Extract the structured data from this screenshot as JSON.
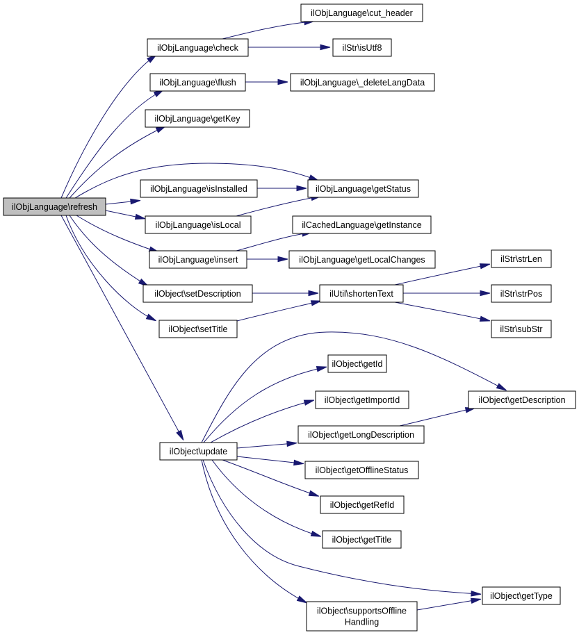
{
  "diagram": {
    "type": "call-graph",
    "edge_color": "#191970",
    "root_fill": "#bfbfbf",
    "nodes": [
      {
        "id": "refresh",
        "label": "ilObjLanguage\\refresh",
        "root": true
      },
      {
        "id": "check",
        "label": "ilObjLanguage\\check"
      },
      {
        "id": "cut_header",
        "label": "ilObjLanguage\\cut_header"
      },
      {
        "id": "isUtf8",
        "label": "ilStr\\isUtf8"
      },
      {
        "id": "flush",
        "label": "ilObjLanguage\\flush"
      },
      {
        "id": "deleteLangData",
        "label": "ilObjLanguage\\_deleteLangData"
      },
      {
        "id": "getKey",
        "label": "ilObjLanguage\\getKey"
      },
      {
        "id": "isInstalled",
        "label": "ilObjLanguage\\isInstalled"
      },
      {
        "id": "getStatus",
        "label": "ilObjLanguage\\getStatus"
      },
      {
        "id": "isLocal",
        "label": "ilObjLanguage\\isLocal"
      },
      {
        "id": "getInstance",
        "label": "ilCachedLanguage\\getInstance"
      },
      {
        "id": "insert",
        "label": "ilObjLanguage\\insert"
      },
      {
        "id": "getLocalChanges",
        "label": "ilObjLanguage\\getLocalChanges"
      },
      {
        "id": "setDescription",
        "label": "ilObject\\setDescription"
      },
      {
        "id": "shortenText",
        "label": "ilUtil\\shortenText"
      },
      {
        "id": "strLen",
        "label": "ilStr\\strLen"
      },
      {
        "id": "strPos",
        "label": "ilStr\\strPos"
      },
      {
        "id": "subStr",
        "label": "ilStr\\subStr"
      },
      {
        "id": "setTitle",
        "label": "ilObject\\setTitle"
      },
      {
        "id": "getId",
        "label": "ilObject\\getId"
      },
      {
        "id": "getImportId",
        "label": "ilObject\\getImportId"
      },
      {
        "id": "getDescription",
        "label": "ilObject\\getDescription"
      },
      {
        "id": "getLongDescription",
        "label": "ilObject\\getLongDescription"
      },
      {
        "id": "update",
        "label": "ilObject\\update"
      },
      {
        "id": "getOfflineStatus",
        "label": "ilObject\\getOfflineStatus"
      },
      {
        "id": "getRefId",
        "label": "ilObject\\getRefId"
      },
      {
        "id": "getTitle",
        "label": "ilObject\\getTitle"
      },
      {
        "id": "getType",
        "label": "ilObject\\getType"
      },
      {
        "id": "supportsOffline",
        "label": "ilObject\\supportsOffline\nHandling"
      }
    ],
    "edges": [
      [
        "refresh",
        "check"
      ],
      [
        "refresh",
        "flush"
      ],
      [
        "refresh",
        "getKey"
      ],
      [
        "refresh",
        "getStatus"
      ],
      [
        "refresh",
        "isInstalled"
      ],
      [
        "refresh",
        "isLocal"
      ],
      [
        "refresh",
        "insert"
      ],
      [
        "refresh",
        "setDescription"
      ],
      [
        "refresh",
        "setTitle"
      ],
      [
        "refresh",
        "update"
      ],
      [
        "check",
        "cut_header"
      ],
      [
        "check",
        "isUtf8"
      ],
      [
        "flush",
        "deleteLangData"
      ],
      [
        "isInstalled",
        "getStatus"
      ],
      [
        "isLocal",
        "getStatus"
      ],
      [
        "insert",
        "getInstance"
      ],
      [
        "insert",
        "getLocalChanges"
      ],
      [
        "setDescription",
        "shortenText"
      ],
      [
        "setTitle",
        "shortenText"
      ],
      [
        "shortenText",
        "strLen"
      ],
      [
        "shortenText",
        "strPos"
      ],
      [
        "shortenText",
        "subStr"
      ],
      [
        "update",
        "getDescription"
      ],
      [
        "update",
        "getId"
      ],
      [
        "update",
        "getImportId"
      ],
      [
        "update",
        "getLongDescription"
      ],
      [
        "update",
        "getOfflineStatus"
      ],
      [
        "update",
        "getRefId"
      ],
      [
        "update",
        "getTitle"
      ],
      [
        "update",
        "getType"
      ],
      [
        "update",
        "supportsOffline"
      ],
      [
        "getLongDescription",
        "getDescription"
      ],
      [
        "supportsOffline",
        "getType"
      ]
    ]
  }
}
